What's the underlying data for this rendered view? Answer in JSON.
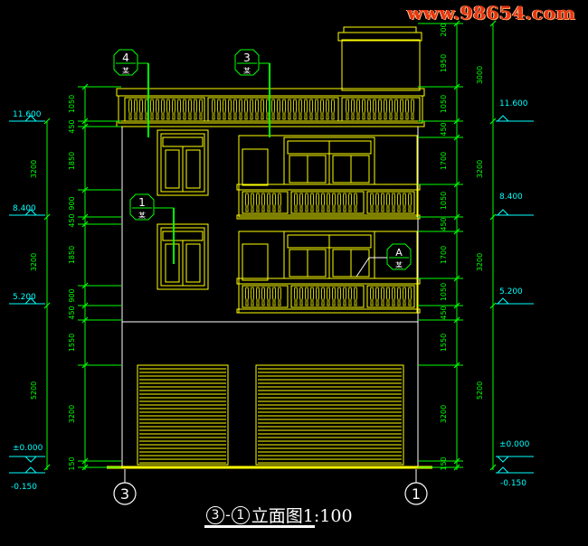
{
  "watermark": "www.98654.com",
  "title": {
    "circle_left": "3",
    "dash": "-",
    "circle_right": "1",
    "text": "立面图1:100"
  },
  "axes": {
    "left": "3",
    "right": "1"
  },
  "levels_left": [
    "11.600",
    "8.400",
    "5.200",
    "±0.000",
    "-0.150"
  ],
  "levels_right": [
    "11.600",
    "8.400",
    "5.200",
    "±0.000",
    "-0.150"
  ],
  "dims_left_inner": [
    "1050",
    "450",
    "1850",
    "900",
    "450",
    "1850",
    "900",
    "450",
    "1550",
    "3200",
    "150"
  ],
  "dims_left_outer": [
    "3200",
    "3200",
    "5200"
  ],
  "dims_right_inner": [
    "200",
    "1950",
    "1050",
    "450",
    "1700",
    "1050",
    "450",
    "1700",
    "1050",
    "450",
    "1550",
    "3200",
    "150"
  ],
  "dims_right_outer": [
    "3000",
    "3200",
    "3200",
    "5200"
  ],
  "detail_tags": [
    {
      "num": "4",
      "sub": "某"
    },
    {
      "num": "3",
      "sub": "某"
    },
    {
      "num": "1",
      "sub": "某"
    },
    {
      "num": "A",
      "sub": "某"
    }
  ],
  "colors": {
    "background": "#000000",
    "outline": "#ffffff",
    "building": "#ffff00",
    "dimension": "#00ff00",
    "level": "#00ffff",
    "ground": "#ffff00",
    "tag_line": "#00ff00",
    "watermark": "#e53512"
  }
}
